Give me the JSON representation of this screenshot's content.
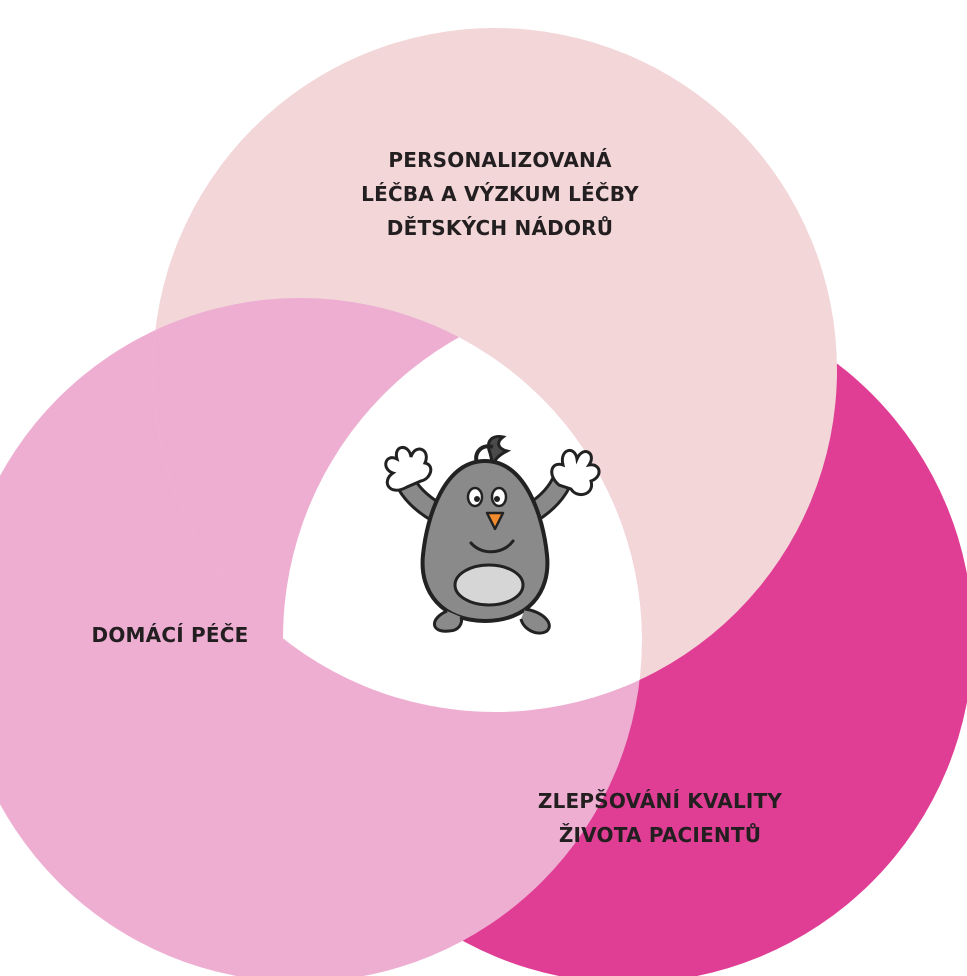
{
  "colors": {
    "top_circle": "#f2d6d8",
    "left_circle": "#edaed2",
    "right_circle": "#df3e94",
    "center": "#ffffff",
    "text": "#231f20",
    "mascot_body": "#8a8a8a",
    "mascot_belly": "#d6d6d6",
    "mascot_beak": "#f28a2e"
  },
  "circles": {
    "top": {
      "line1": "PERSONALIZOVANÁ",
      "line2": "LÉČBA A VÝZKUM LÉČBY",
      "line3": "DĚTSKÝCH NÁDORŮ"
    },
    "left": {
      "line1": "DOMÁCÍ PÉČE"
    },
    "right": {
      "line1": "ZLEPŠOVÁNÍ KVALITY",
      "line2": "ŽIVOTA PACIENTŮ"
    }
  },
  "center": {
    "icon": "mole-mascot-icon"
  }
}
